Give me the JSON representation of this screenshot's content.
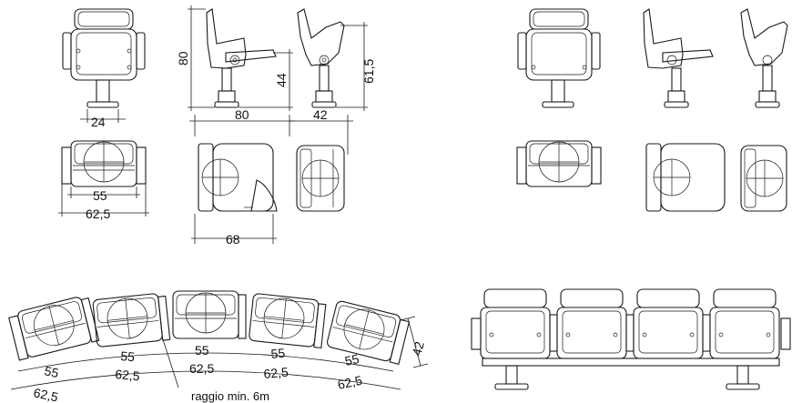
{
  "dimensions": {
    "arm_width": "24",
    "seat_height_total": "80",
    "seat_height": "44",
    "seat_height_open": "61,5",
    "depth_open": "80",
    "depth_folded": "42",
    "seat_inner_width": "55",
    "seat_outer_width": "62,5",
    "depth_plan": "68"
  },
  "curved_row": {
    "inner_labels": [
      "55",
      "55",
      "55",
      "55",
      "55"
    ],
    "outer_labels": [
      "62,5",
      "62,5",
      "62,5",
      "62,5",
      "62,5"
    ],
    "depth": "42",
    "note": "raggio min. 6m"
  }
}
